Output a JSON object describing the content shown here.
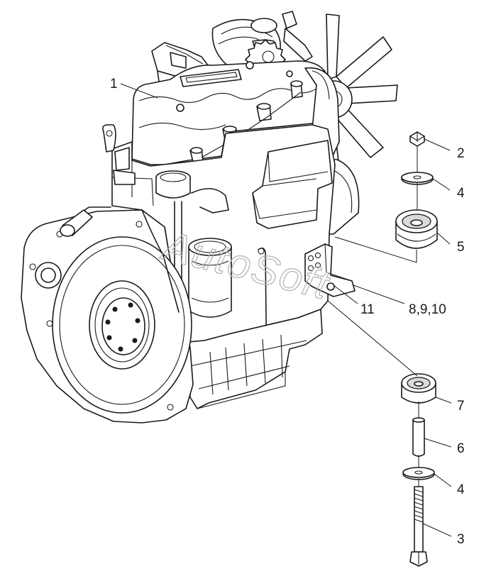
{
  "watermark": "AutoSoft",
  "callouts": {
    "c1": "1",
    "c2": "2",
    "c4a": "4",
    "c5": "5",
    "c11": "11",
    "c8910": "8,9,10",
    "c7": "7",
    "c6": "6",
    "c4b": "4",
    "c3": "3"
  },
  "colors": {
    "line": "#1a1a1a",
    "watermark": "#b5b5b5",
    "background": "#ffffff"
  }
}
